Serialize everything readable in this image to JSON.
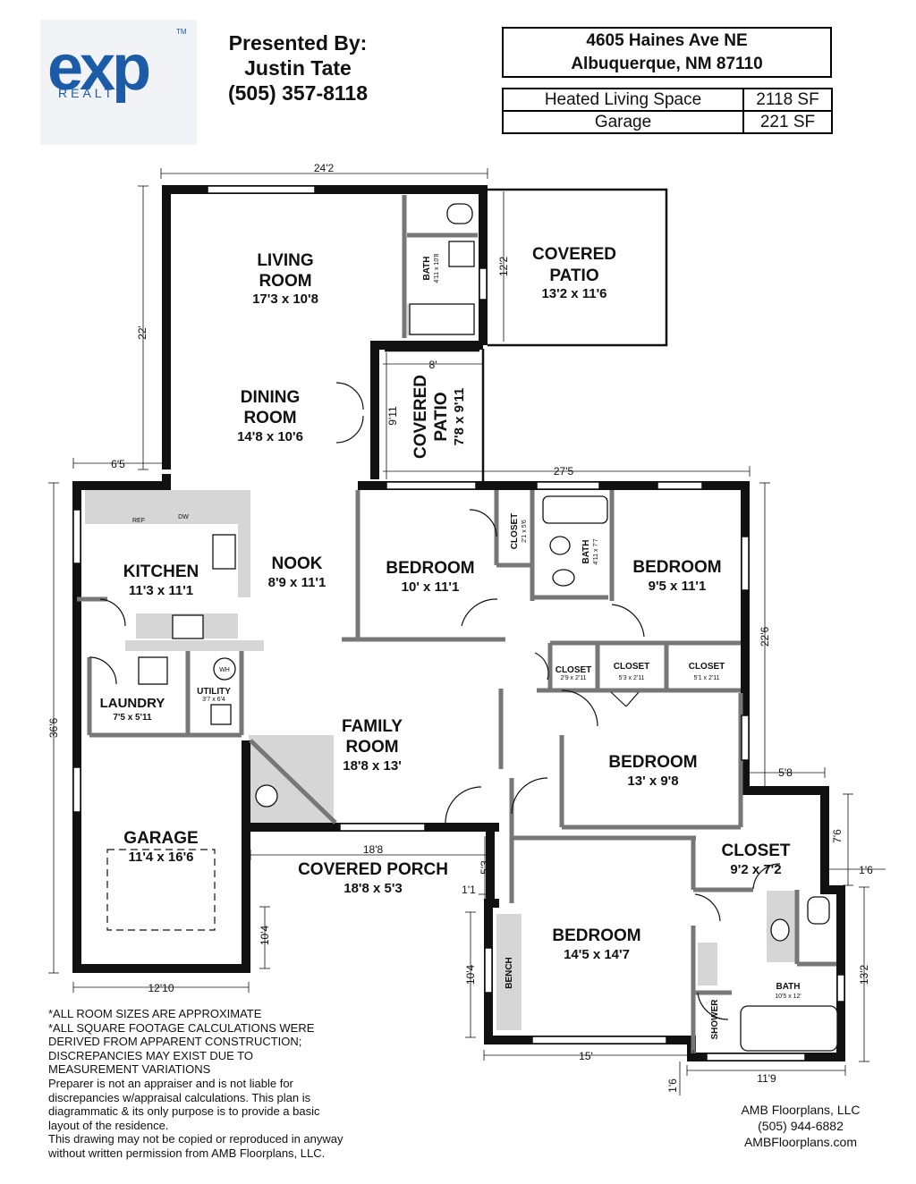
{
  "header": {
    "presented_by": "Presented By:",
    "agent_name": "Justin Tate",
    "agent_phone": "(505) 357-8118",
    "address_line1": "4605 Haines Ave NE",
    "address_line2": "Albuquerque, NM 87110"
  },
  "logo": {
    "brand": "exp",
    "tm": "TM",
    "sub": "REALTY",
    "brand_color": "#1c5ba8"
  },
  "areas": [
    {
      "label": "Heated Living Space",
      "value": "2118 SF"
    },
    {
      "label": "Garage",
      "value": "221 SF"
    }
  ],
  "rooms": {
    "living": {
      "l1": "LIVING",
      "l2": "ROOM",
      "size": "17'3 x 10'8"
    },
    "bath1": {
      "name": "BATH",
      "size": "4'11 x 10'8"
    },
    "covered_patio1": {
      "l1": "COVERED",
      "l2": "PATIO",
      "size": "13'2 x 11'6"
    },
    "dining": {
      "l1": "DINING",
      "l2": "ROOM",
      "size": "14'8 x 10'6"
    },
    "covered_patio2": {
      "l1": "COVERED",
      "l2": "PATIO",
      "size": "7'8 x 9'11"
    },
    "kitchen": {
      "name": "KITCHEN",
      "size": "11'3 x 11'1"
    },
    "nook": {
      "name": "NOOK",
      "size": "8'9 x 11'1"
    },
    "bedroom1": {
      "name": "BEDROOM",
      "size": "10' x 11'1"
    },
    "closet1": {
      "name": "CLOSET",
      "size": "2'1 x 5'6"
    },
    "bath2": {
      "name": "BATH",
      "size": "4'11 x 7'7"
    },
    "bedroom2": {
      "name": "BEDROOM",
      "size": "9'5 x 11'1"
    },
    "closet2": {
      "name": "CLOSET",
      "size": "2'9 x 2'11"
    },
    "closet3": {
      "name": "CLOSET",
      "size": "5'3 x 2'11"
    },
    "closet4": {
      "name": "CLOSET",
      "size": "5'1 x 2'11"
    },
    "laundry": {
      "name": "LAUNDRY",
      "size": "7'5 x 5'11"
    },
    "utility": {
      "name": "UTILITY",
      "size": "3'7 x 6'4"
    },
    "family": {
      "l1": "FAMILY",
      "l2": "ROOM",
      "size": "18'8 x 13'"
    },
    "bedroom3": {
      "name": "BEDROOM",
      "size": "13' x 9'8"
    },
    "garage": {
      "name": "GARAGE",
      "size": "11'4 x 16'6"
    },
    "porch": {
      "name": "COVERED PORCH",
      "size": "18'8 x 5'3"
    },
    "closet5": {
      "name": "CLOSET",
      "size": "9'2 x 7'2"
    },
    "bedroom4": {
      "name": "BEDROOM",
      "size": "14'5 x 14'7"
    },
    "bath3": {
      "name": "BATH",
      "size": "10'5 x 12'"
    },
    "bench": "BENCH",
    "shower": "SHOWER"
  },
  "fixtures": {
    "ref": "REF",
    "dw": "DW",
    "wh": "WH"
  },
  "dimensions": {
    "top_width": "24'2",
    "left_height": "22'",
    "patio_height": "12'2",
    "patio2_width": "8'",
    "patio2_height": "9'11",
    "mid_width": "27'5",
    "kitchen_offset": "6'5",
    "right_height": "22'6",
    "total_height": "36'6",
    "step_width": "5'8",
    "closet_height": "7'6",
    "step2_width": "1'6",
    "porch_width": "18'8",
    "porch_height": "5'3",
    "porch_offset": "1'1",
    "garage_ext": "10'4",
    "bench_height": "10'4",
    "bath_height": "13'2",
    "garage_width": "12'10",
    "bedroom_width": "15'",
    "bath_width": "11'9",
    "bottom_offset": "1'6"
  },
  "notes": [
    "*ALL ROOM SIZES ARE APPROXIMATE",
    "*ALL SQUARE FOOTAGE CALCULATIONS WERE",
    "DERIVED FROM APPARENT CONSTRUCTION;",
    "DISCREPANCIES MAY EXIST DUE TO",
    "MEASUREMENT VARIATIONS",
    "Preparer is not an appraiser and is not liable for",
    "discrepancies w/appraisal calculations.  This plan is",
    "diagrammatic & its only purpose is to provide a basic",
    "layout of the residence.",
    "This drawing may not be copied or reproduced in anyway",
    "without written permission from AMB Floorplans, LLC."
  ],
  "credit": {
    "company": "AMB Floorplans, LLC",
    "phone": "(505) 944-6882",
    "website": "AMBFloorplans.com"
  }
}
